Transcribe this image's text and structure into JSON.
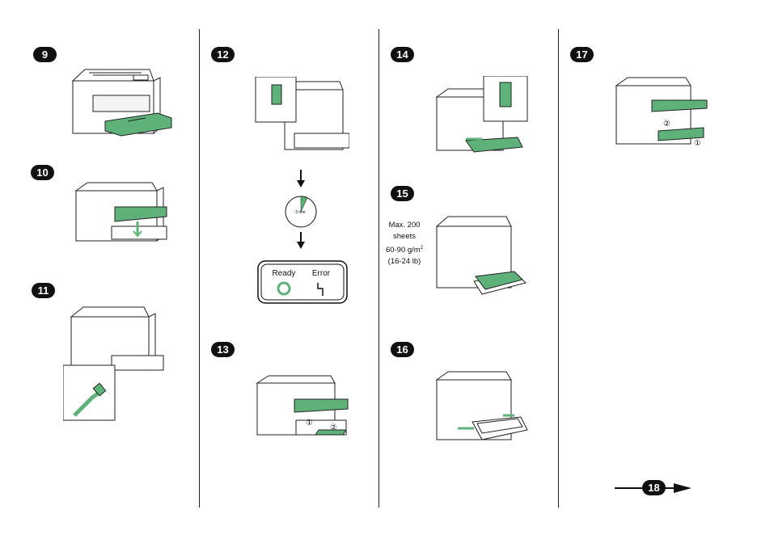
{
  "steps": {
    "s9": "9",
    "s10": "10",
    "s11": "11",
    "s12": "12",
    "s13": "13",
    "s14": "14",
    "s15": "15",
    "s16": "16",
    "s17": "17",
    "next": "18"
  },
  "clock": {
    "label": "3 min."
  },
  "panel": {
    "ready": "Ready",
    "error": "Error"
  },
  "media_note": {
    "line1": "Max. 200",
    "line2": "sheets",
    "line3": "60-90 g/m",
    "line3_sup": "2",
    "line4": "(16-24 lb)"
  },
  "markers": {
    "one": "①",
    "two": "②"
  },
  "colors": {
    "accent_green": "#5fb17a",
    "outline": "#222222",
    "badge": "#111111"
  },
  "icons": [
    "printer-illustration",
    "power-switch-icon",
    "timer-icon",
    "ready-led-icon",
    "error-led-icon",
    "usb-cable-icon",
    "arrow-right-icon"
  ]
}
